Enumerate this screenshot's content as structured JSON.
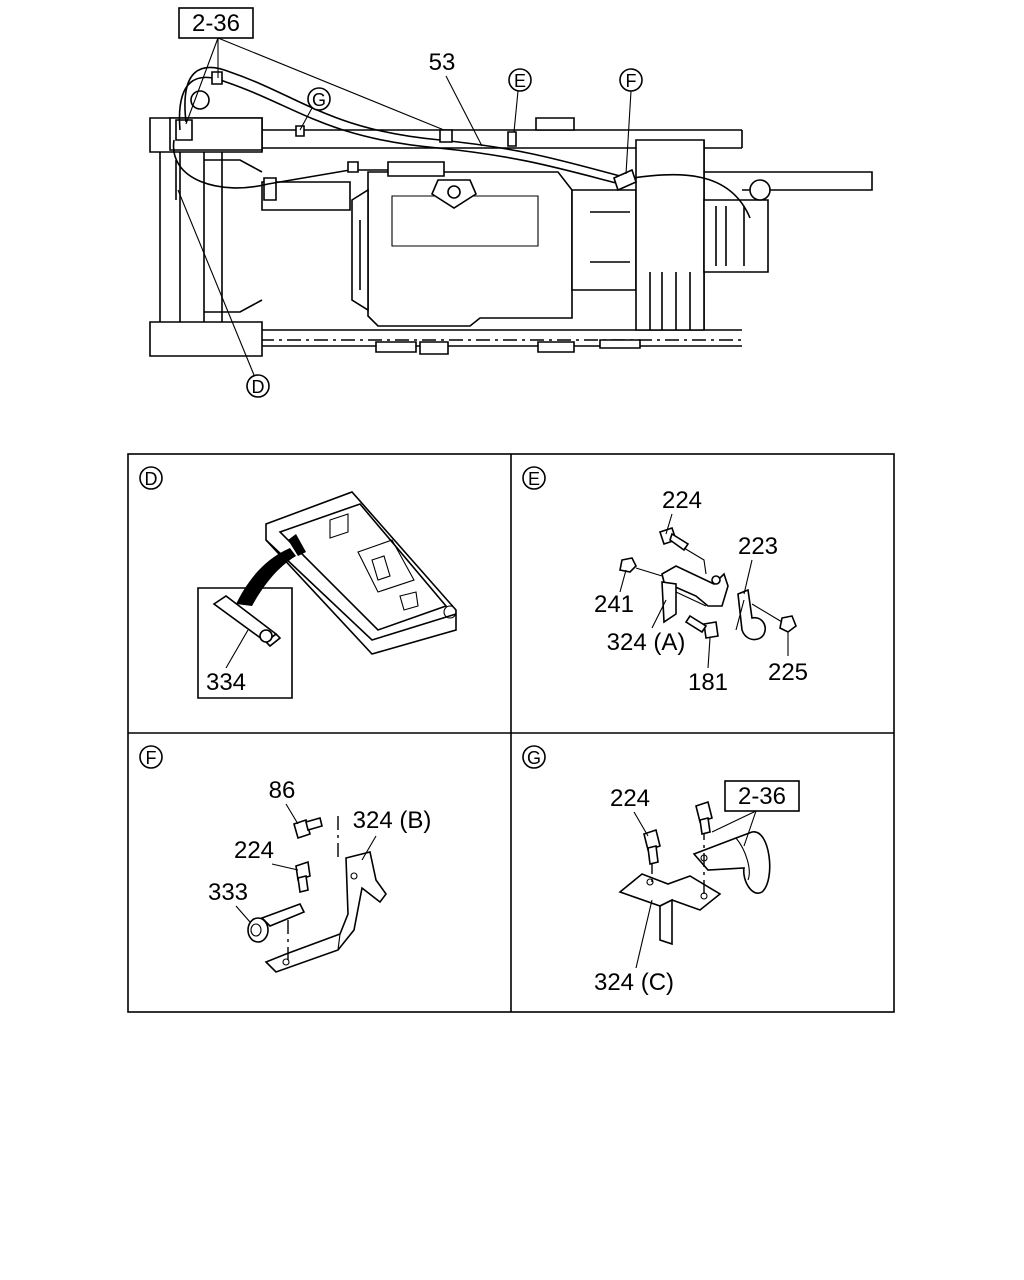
{
  "overview": {
    "ref_box": "2-36",
    "part_53": "53",
    "callouts": {
      "D": "D",
      "E": "E",
      "F": "F",
      "G": "G"
    }
  },
  "panels": {
    "D": {
      "badge": "D",
      "parts": {
        "p334": "334"
      }
    },
    "E": {
      "badge": "E",
      "parts": {
        "p224": "224",
        "p223": "223",
        "p241": "241",
        "p324a": "324 (A)",
        "p181": "181",
        "p225": "225"
      }
    },
    "F": {
      "badge": "F",
      "parts": {
        "p86": "86",
        "p324b": "324 (B)",
        "p224": "224",
        "p333": "333"
      }
    },
    "G": {
      "badge": "G",
      "parts": {
        "p224": "224",
        "ref_box": "2-36",
        "p324c": "324 (C)"
      }
    }
  }
}
